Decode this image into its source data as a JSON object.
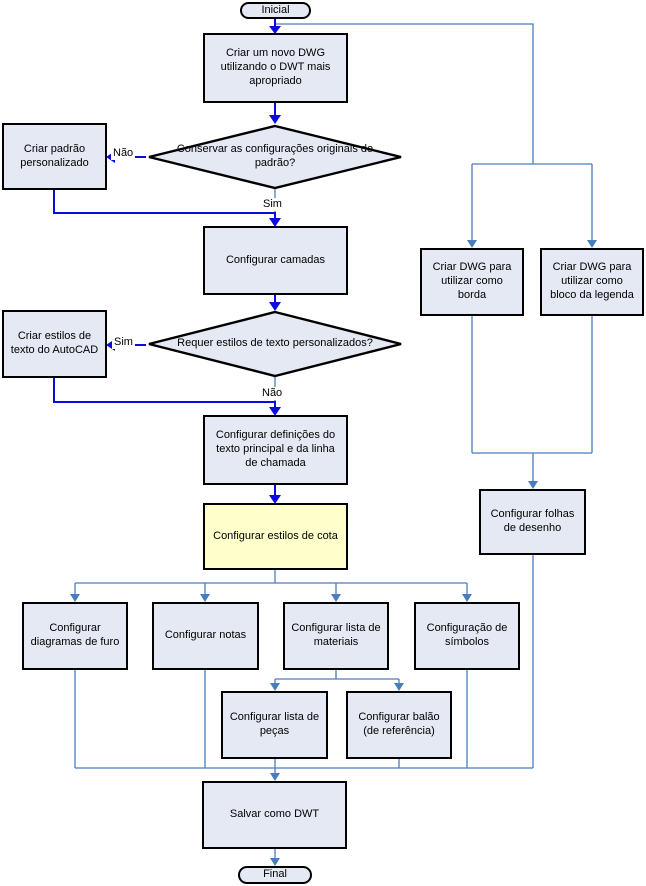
{
  "colors": {
    "main_arrow": "#0b0be0",
    "connector": "#4a7dbd",
    "node_fill": "#e4e9f3",
    "node_border": "#000000",
    "highlight_fill": "#ffffcc",
    "text": "#000000"
  },
  "nodes": {
    "start": {
      "label": "Inicial",
      "type": "terminator"
    },
    "create_dwg": {
      "label": "Criar um novo DWG utilizando o DWT mais apropriado",
      "type": "process"
    },
    "decision_keep_defaults": {
      "label": "Conservar as configurações originais do padrão?",
      "type": "decision"
    },
    "create_custom_standard": {
      "label": "Criar padrão personalizado",
      "type": "process"
    },
    "configure_layers": {
      "label": "Configurar camadas",
      "type": "process"
    },
    "decision_custom_text": {
      "label": "Requer estilos de texto personalizados?",
      "type": "decision"
    },
    "create_text_styles": {
      "label": "Criar estilos de texto do AutoCAD",
      "type": "process"
    },
    "configure_text_defs": {
      "label": "Configurar definições do texto principal e da linha de chamada",
      "type": "process"
    },
    "configure_dim_styles": {
      "label": "Configurar estilos de cota",
      "type": "process-highlighted"
    },
    "configure_hole_charts": {
      "label": "Configurar diagramas de furo",
      "type": "process"
    },
    "configure_notes": {
      "label": "Configurar notas",
      "type": "process"
    },
    "configure_material_list": {
      "label": "Configurar lista de materiais",
      "type": "process"
    },
    "configure_symbols": {
      "label": "Configuração de símbolos",
      "type": "process"
    },
    "configure_parts_list": {
      "label": "Configurar lista de peças",
      "type": "process"
    },
    "configure_balloon": {
      "label": "Configurar balão (de referência)",
      "type": "process"
    },
    "save_dwt": {
      "label": "Salvar como DWT",
      "type": "process"
    },
    "end": {
      "label": "Final",
      "type": "terminator"
    },
    "create_border_dwg": {
      "label": "Criar DWG para utilizar como borda",
      "type": "process"
    },
    "create_titleblock_dwg": {
      "label": "Criar DWG para utilizar como bloco da legenda",
      "type": "process"
    },
    "configure_sheets": {
      "label": "Configurar folhas de desenho",
      "type": "process"
    }
  },
  "edge_labels": {
    "no1": "Não",
    "yes1": "Sim",
    "yes2": "Sim",
    "no2": "Não"
  }
}
